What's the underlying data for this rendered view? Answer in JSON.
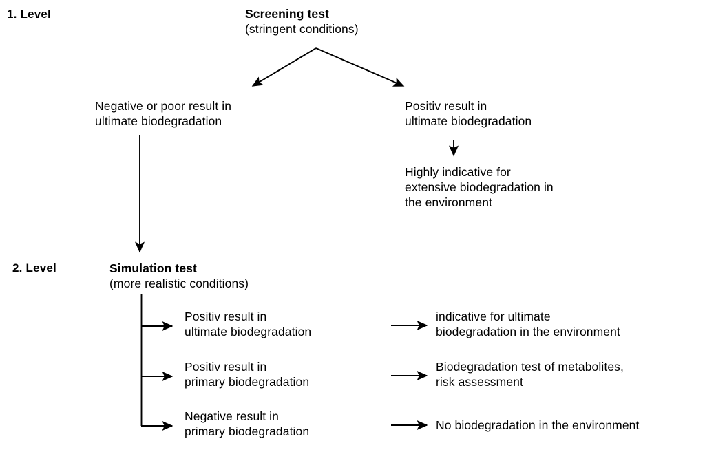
{
  "diagram": {
    "title_hidden": "",
    "stroke_color": "#000000",
    "text_color": "#000000",
    "background_color": "#ffffff",
    "levels": [
      {
        "id": "level-1",
        "label": "1. Level"
      },
      {
        "id": "level-2",
        "label": "2. Level"
      }
    ],
    "nodes": {
      "screening_test": {
        "heading": "Screening test",
        "subtitle": "(stringent conditions)"
      },
      "negative_branch": {
        "line1": "Negative or poor result in",
        "line2": "ultimate biodegradation"
      },
      "positive_branch": {
        "line1": "Positiv result in",
        "line2": "ultimate biodegradation"
      },
      "highly_indicative": {
        "line1": "Highly indicative for",
        "line2": "extensive biodegradation in",
        "line3": "the environment"
      },
      "simulation_test": {
        "heading": "Simulation test",
        "subtitle": "(more realistic conditions)"
      }
    },
    "outcomes": [
      {
        "id": "outcome-ultimate-positive",
        "result_line1": "Positiv result in",
        "result_line2": "ultimate biodegradation",
        "conclusion_line1": "indicative for ultimate",
        "conclusion_line2": "biodegradation in the environment"
      },
      {
        "id": "outcome-primary-positive",
        "result_line1": "Positiv result in",
        "result_line2": "primary biodegradation",
        "conclusion_line1": "Biodegradation test of metabolites,",
        "conclusion_line2": "risk assessment"
      },
      {
        "id": "outcome-primary-negative",
        "result_line1": "Negative result in",
        "result_line2": "primary biodegradation",
        "conclusion_line1": "No biodegradation in the environment",
        "conclusion_line2": ""
      }
    ],
    "connectors": [
      {
        "id": "screening-to-negative",
        "type": "arrow-diagonal-left"
      },
      {
        "id": "screening-to-positive",
        "type": "arrow-diagonal-right"
      },
      {
        "id": "positive-to-highly-indicative",
        "type": "arrow-down-short"
      },
      {
        "id": "negative-to-simulation",
        "type": "arrow-down-long"
      },
      {
        "id": "simulation-trunk",
        "type": "bracket-vertical"
      },
      {
        "id": "branch-arrow-1",
        "type": "arrow-right"
      },
      {
        "id": "branch-arrow-2",
        "type": "arrow-right"
      },
      {
        "id": "branch-arrow-3",
        "type": "arrow-right"
      },
      {
        "id": "conclusion-arrow-1",
        "type": "arrow-right"
      },
      {
        "id": "conclusion-arrow-2",
        "type": "arrow-right"
      },
      {
        "id": "conclusion-arrow-3",
        "type": "arrow-right"
      }
    ]
  }
}
